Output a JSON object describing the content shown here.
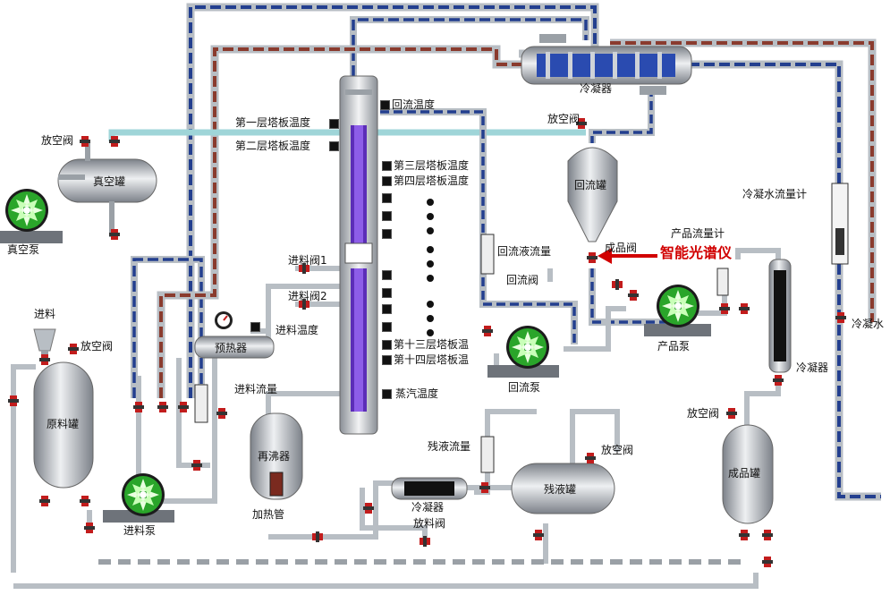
{
  "labels": {
    "vacuum_tank": "真空罐",
    "vacuum_pump": "真空泵",
    "vent_valve": "放空阀",
    "feed": "进料",
    "raw_tank": "原料罐",
    "feed_pump": "进料泵",
    "preheater": "预热器",
    "feed_valve_1": "进料阀1",
    "feed_valve_2": "进料阀2",
    "feed_temp": "进料温度",
    "feed_flow": "进料流量",
    "reboiler": "再沸器",
    "heater": "加热管",
    "tray_1": "第一层塔板温度",
    "tray_2": "第二层塔板温度",
    "tray_3": "第三层塔板温度",
    "tray_4": "第四层塔板温度",
    "tray_13": "第十三层塔板温",
    "tray_14": "第十四层塔板温",
    "steam_temp": "蒸汽温度",
    "reflux_temp": "回流温度",
    "condenser": "冷凝器",
    "reflux_tank": "回流罐",
    "product_valve": "成品阀",
    "reflux_flow": "回流液流量",
    "reflux_valve": "回流阀",
    "reflux_pump": "回流泵",
    "product_flow_meter": "产品流量计",
    "product_pump": "产品泵",
    "cooling_water_flow": "冷凝水流量计",
    "cooling_water": "冷凝水",
    "product_tank": "成品罐",
    "residue_flow": "残液流量",
    "residue_tank": "残液罐",
    "discharge_valve": "放料阀",
    "smart_spectrometer": "智能光谱仪"
  },
  "colors": {
    "pipe_gray": "#b8bec4",
    "pipe_blue": "#233f8f",
    "pipe_red": "#8a3b2e",
    "pipe_teal": "#9fd5d8",
    "vessel_dark": "#7c8189",
    "vessel_light": "#e4e7ea",
    "pump_green": "#3fbf3f",
    "valve_red": "#c21c1c",
    "column_purple": "#7b2fd6",
    "highlight_red": "#d10000"
  }
}
